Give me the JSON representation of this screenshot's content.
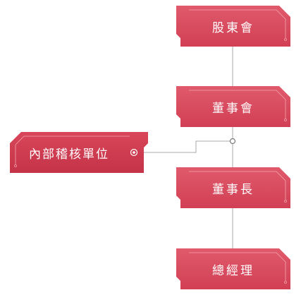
{
  "org_chart": {
    "nodes": [
      {
        "id": "shareholders",
        "label": "股東會"
      },
      {
        "id": "board",
        "label": "董事會"
      },
      {
        "id": "chairman",
        "label": "董事長"
      },
      {
        "id": "president",
        "label": "總經理"
      }
    ],
    "side_node": {
      "id": "internal-audit",
      "label": "內部稽核單位"
    },
    "colors": {
      "box_fill": "#d9465a",
      "box_fill_light": "#e05a6c",
      "box_fill_dark": "#c43348",
      "accent_line": "#f2a5ae",
      "connector": "#a9a9a9",
      "text": "#ffffff"
    }
  }
}
